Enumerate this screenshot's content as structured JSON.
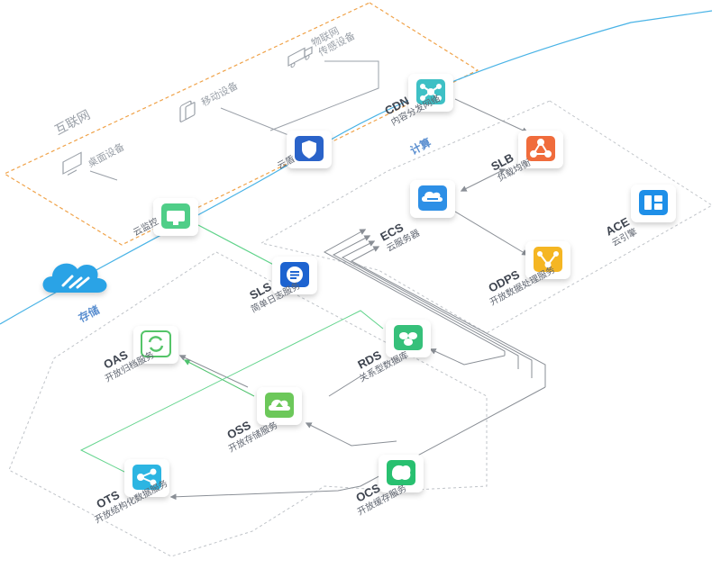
{
  "zones": {
    "internet": "互联网",
    "compute": "计算",
    "storage": "存储"
  },
  "devices": {
    "iot": [
      "物联网",
      "传感设备"
    ],
    "mobile": "移动设备",
    "desktop": "桌面设备"
  },
  "nodes": {
    "cdn": {
      "name": "CDN",
      "sub": "内容分发网络"
    },
    "shield": {
      "name": "",
      "sub": "云盾"
    },
    "monitor": {
      "name": "",
      "sub": "云监控"
    },
    "slb": {
      "name": "SLB",
      "sub": "负载均衡"
    },
    "ecs": {
      "name": "ECS",
      "sub": "云服务器"
    },
    "ace": {
      "name": "ACE",
      "sub": "云引擎"
    },
    "odps": {
      "name": "ODPS",
      "sub": "开放数据处理服务"
    },
    "sls": {
      "name": "SLS",
      "sub": "简单日志服务"
    },
    "rds": {
      "name": "RDS",
      "sub": "关系型数据库"
    },
    "oas": {
      "name": "OAS",
      "sub": "开放归档服务"
    },
    "oss": {
      "name": "OSS",
      "sub": "开放存储服务"
    },
    "ots": {
      "name": "OTS",
      "sub": "开放结构化数据服务"
    },
    "ocs": {
      "name": "OCS",
      "sub": "开放缓存服务"
    }
  },
  "colors": {
    "orange_border": "#f0a34a",
    "blue_line": "#49b3e6",
    "green_line": "#5fd38a",
    "cdn": "#3ec0c5",
    "shield": "#2a63c9",
    "monitor": "#4fce88",
    "slb": "#f06c3c",
    "ecs": "#2d8fe6",
    "ace": "#1e8fe8",
    "odps": "#f5b623",
    "sls": "#1d63d0",
    "rds": "#36c07a",
    "oas": "#55c469",
    "oss": "#6cc85a",
    "ots": "#2cb5e2",
    "ocs": "#28c070",
    "cloud": "#2aa3e6"
  }
}
